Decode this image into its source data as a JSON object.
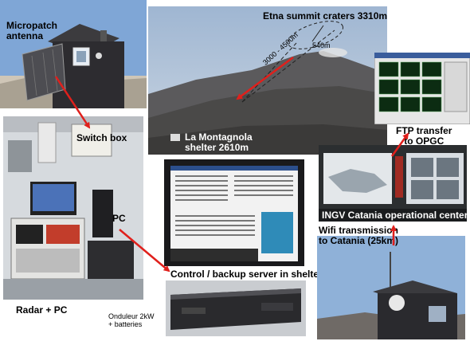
{
  "labels": {
    "micropatch_antenna_l1": "Micropatch",
    "micropatch_antenna_l2": "antenna",
    "summit": "Etna summit craters 3310m",
    "montagnola_l1": "La Montagnola",
    "montagnola_l2": "shelter 2610m",
    "range_3000": "3000 - 4500m",
    "range_540": "540m",
    "ftp_l1": "FTP transfer",
    "ftp_l2": "to OPGC",
    "switch_box": "Switch box",
    "pc": "PC",
    "ingv": "INGV Catania operational center",
    "wifi_l1": "Wifi transmission",
    "wifi_l2": "to Catania (25km)",
    "control": "Control / backup server in shelter",
    "radar_pc": "Radar + PC",
    "onduleur_l1": "Onduleur 2kW",
    "onduleur_l2": "+ batteries"
  },
  "colors": {
    "arrow": "#e0201c",
    "sky": "#b7c8dc",
    "shelter": "#2f2f33"
  }
}
